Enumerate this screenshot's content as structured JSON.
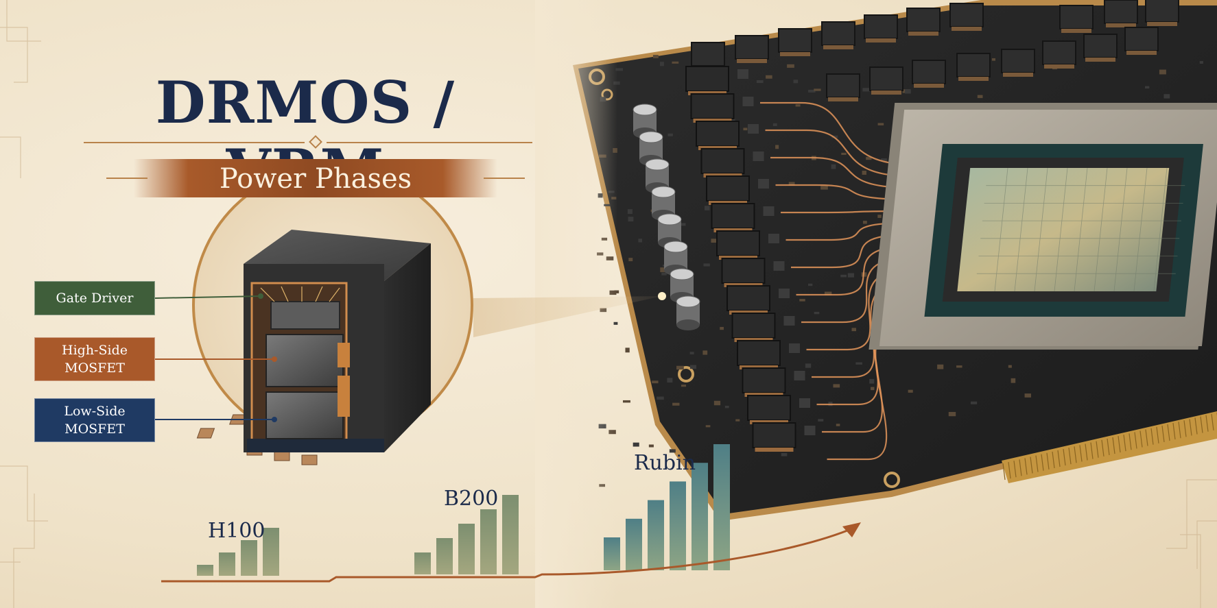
{
  "header": {
    "title": "DRMOS / VRM",
    "subtitle": "Power Phases"
  },
  "callouts": [
    {
      "label": "Gate Driver"
    },
    {
      "label": "High-Side MOSFET",
      "line1": "High-Side",
      "line2": "MOSFET"
    },
    {
      "label": "Low-Side MOSFET",
      "line1": "Low-Side",
      "line2": "MOSFET"
    }
  ],
  "generations": [
    {
      "name": "H100",
      "bars": 4
    },
    {
      "name": "B200",
      "bars": 5
    },
    {
      "name": "Rubin",
      "bars": 6
    }
  ],
  "colors": {
    "navy": "#1b2a4a",
    "copper": "#a9592a",
    "green": "#3f5e3a",
    "blue": "#1f3a63",
    "parchment": "#f3e7d0"
  }
}
